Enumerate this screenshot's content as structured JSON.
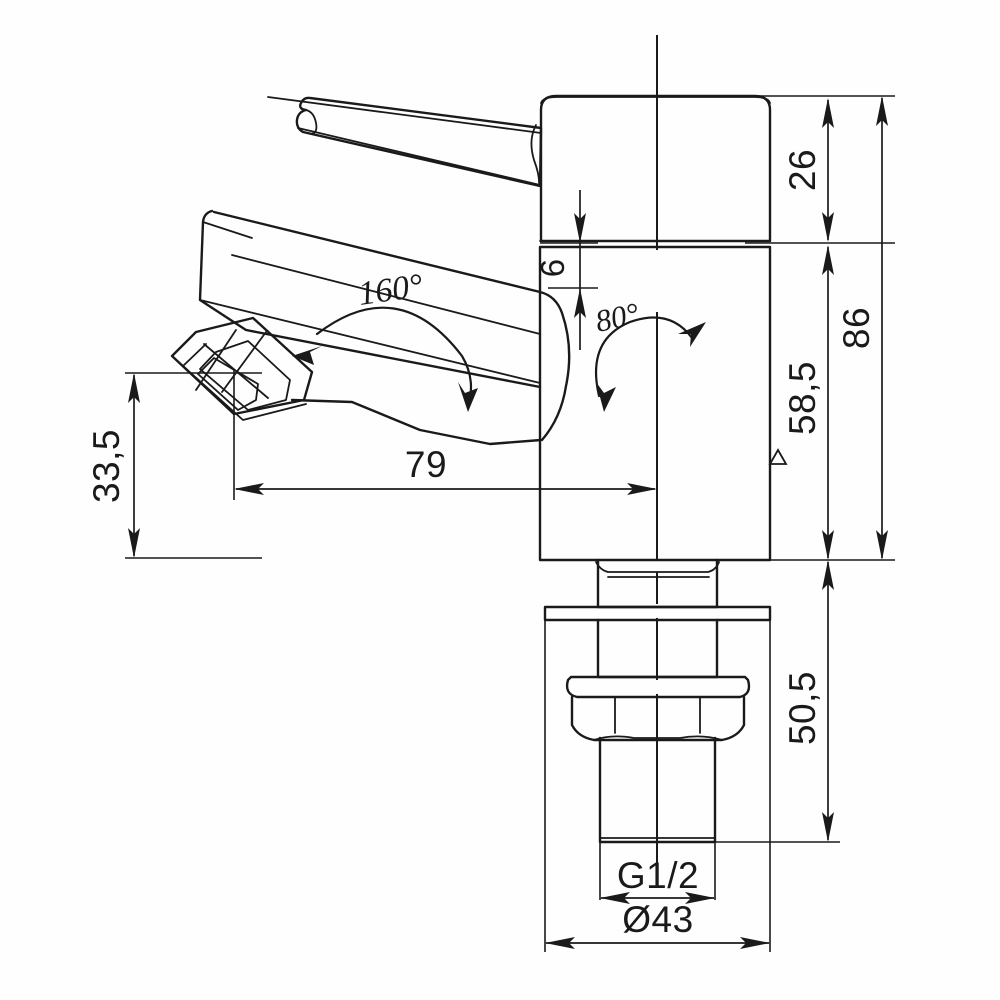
{
  "drawing": {
    "type": "technical-drawing",
    "subject": "basin-mixer-tap-side-elevation",
    "units": "mm",
    "background_color": "#ffffff",
    "line_color": "#1a1a1a",
    "dimensions": {
      "handle_height": "26",
      "gap": "6",
      "body_height": "58,5",
      "total_height": "86",
      "spout_height": "33,5",
      "spout_reach": "79",
      "shank_length": "50,5",
      "thread": "G1/2",
      "base_diameter": "Ø43"
    },
    "angles": {
      "lever_swing": "160°",
      "lever_lift": "80°"
    }
  }
}
